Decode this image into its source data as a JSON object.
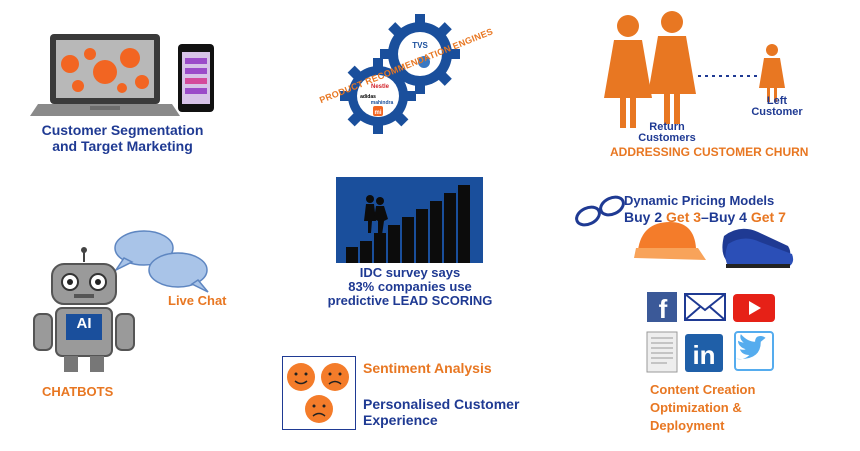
{
  "colors": {
    "navy": "#1f3a93",
    "orange": "#e87722",
    "blue_bg": "#1a4f9c"
  },
  "segmentation": {
    "line1": "Customer Segmentation",
    "line2": "and Target Marketing"
  },
  "recommendation": {
    "caption": "PRODUCT RECOMMENDATION ENGINES",
    "logos": [
      "TVS",
      "Nestle",
      "adidas",
      "mahindra",
      "mi"
    ]
  },
  "churn": {
    "return_line1": "Return",
    "return_line2": "Customers",
    "left_line1": "Left",
    "left_line2": "Customer",
    "caption": "ADDRESSING CUSTOMER CHURN"
  },
  "chatbot": {
    "live_chat": "Live Chat",
    "chatbots": "CHATBOTS",
    "robot_badge": "AI"
  },
  "lead_scoring": {
    "line1": "IDC survey says",
    "line2": "83% companies use",
    "line3": "predictive LEAD SCORING"
  },
  "pricing": {
    "title": "Dynamic Pricing Models",
    "buy1": "Buy 2",
    "get1": "Get 3",
    "dash": "–",
    "buy2": "Buy 4",
    "get2": "Get 7"
  },
  "sentiment": {
    "analysis": "Sentiment Analysis",
    "personal_line1": "Personalised Customer",
    "personal_line2": "Experience"
  },
  "content": {
    "line1": "Content Creation",
    "line2": "Optimization &",
    "line3": "Deployment",
    "icons": [
      "facebook-icon",
      "email-icon",
      "youtube-icon",
      "document-icon",
      "linkedin-icon",
      "twitter-icon"
    ]
  }
}
